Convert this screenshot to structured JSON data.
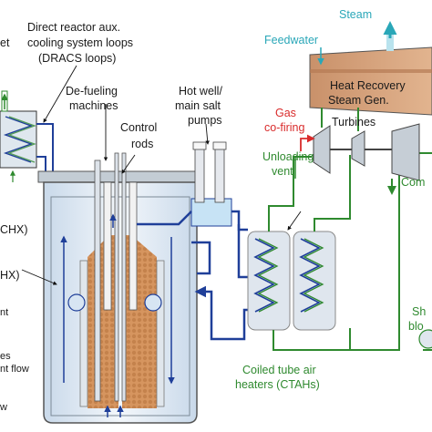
{
  "labels": {
    "outlet_partial": "et",
    "dracs_line1": "Direct reactor aux.",
    "dracs_line2": "cooling system loops",
    "dracs_line3": "(DRACS loops)",
    "defueling_line1": "De-fueling",
    "defueling_line2": "machines",
    "control_rods_line1": "Control",
    "control_rods_line2": "rods",
    "hotwell_line1": "Hot well/",
    "hotwell_line2": "main salt",
    "hotwell_line3": "pumps",
    "feedwater": "Feedwater",
    "steam": "Steam",
    "hrsg_line1": "Heat Recovery",
    "hrsg_line2": "Steam Gen.",
    "gas_line1": "Gas",
    "gas_line2": "co-firing",
    "turbines": "Turbines",
    "unloading_line1": "Unloading",
    "unloading_line2": "vent",
    "compressor_partial": "Com",
    "chx_partial": "CHX)",
    "hx_partial": "HX)",
    "left_nt_1": "nt",
    "left_es": "es",
    "left_nt_flow": "nt flow",
    "left_w": "w",
    "shutdown_line1": "Sh",
    "shutdown_line2": "blo",
    "ctah_line1": "Coiled tube air",
    "ctah_line2": "heaters (CTAHs)"
  },
  "colors": {
    "salt_blue": "#1f3f99",
    "air_green": "#2f8a2f",
    "steam_cyan": "#2aa7b8",
    "gas_red": "#d92b2b",
    "pebble_bed": "#cf8f5a",
    "hrsg_tan": "#d4a07a",
    "vessel_gray": "#7c8a96"
  }
}
